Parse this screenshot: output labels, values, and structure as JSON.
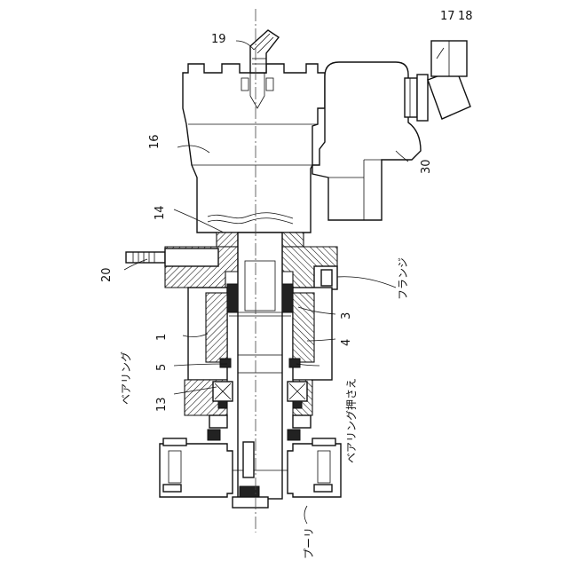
{
  "labels": {
    "n19": "19",
    "n17": "17",
    "n18": "18",
    "n16": "16",
    "n30": "30",
    "n14": "14",
    "n20": "20",
    "flange": "フランジ",
    "n3": "3",
    "n1": "1",
    "n4": "4",
    "bearing": "ベアリング",
    "n5": "5",
    "bearing_retainer": "ベアリング押さえ",
    "n13": "13",
    "pulley": "プーリ"
  }
}
